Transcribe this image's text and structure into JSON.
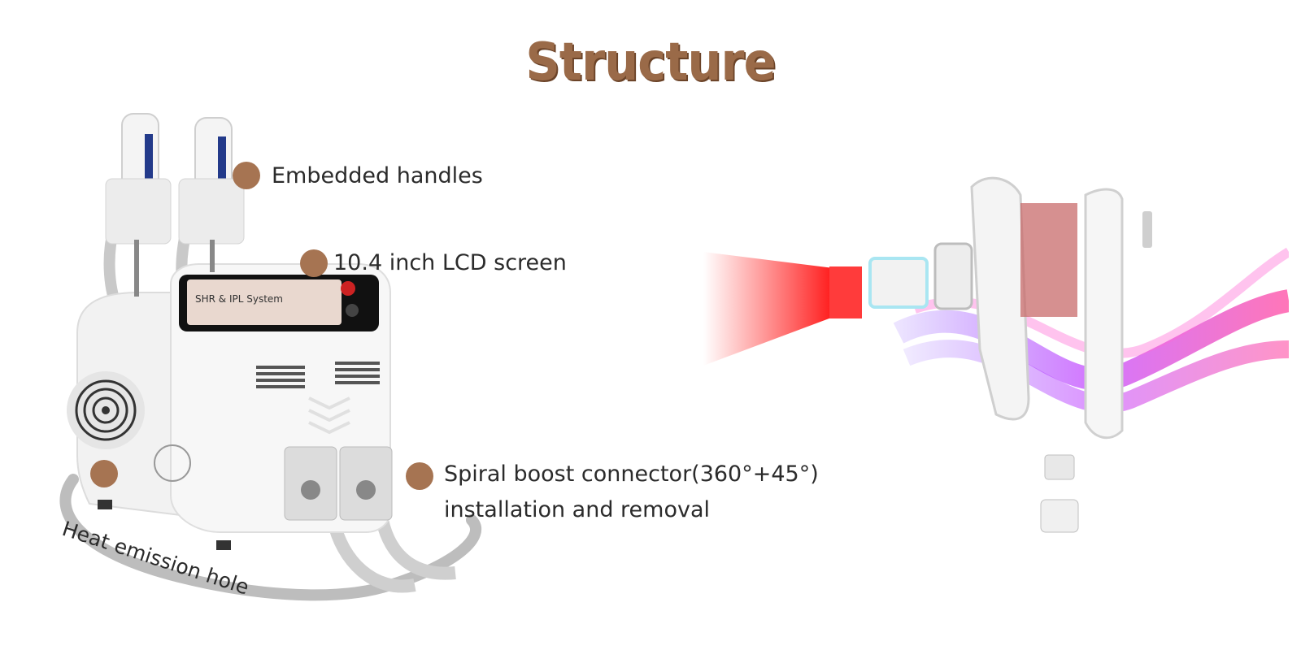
{
  "title": "Structure",
  "callouts": {
    "handles": "Embedded handles",
    "screen": "10.4 inch LCD screen",
    "connector_line1": "Spiral boost connector(360°+45°)",
    "connector_line2": "installation and removal",
    "heat": "Heat emission hole"
  },
  "screen_text": "SHR & IPL System",
  "colors": {
    "accent": "#a67452",
    "title": "#9a6a48",
    "text": "#2b2b2b"
  },
  "icons": [
    "fan-icon",
    "dot-marker"
  ]
}
